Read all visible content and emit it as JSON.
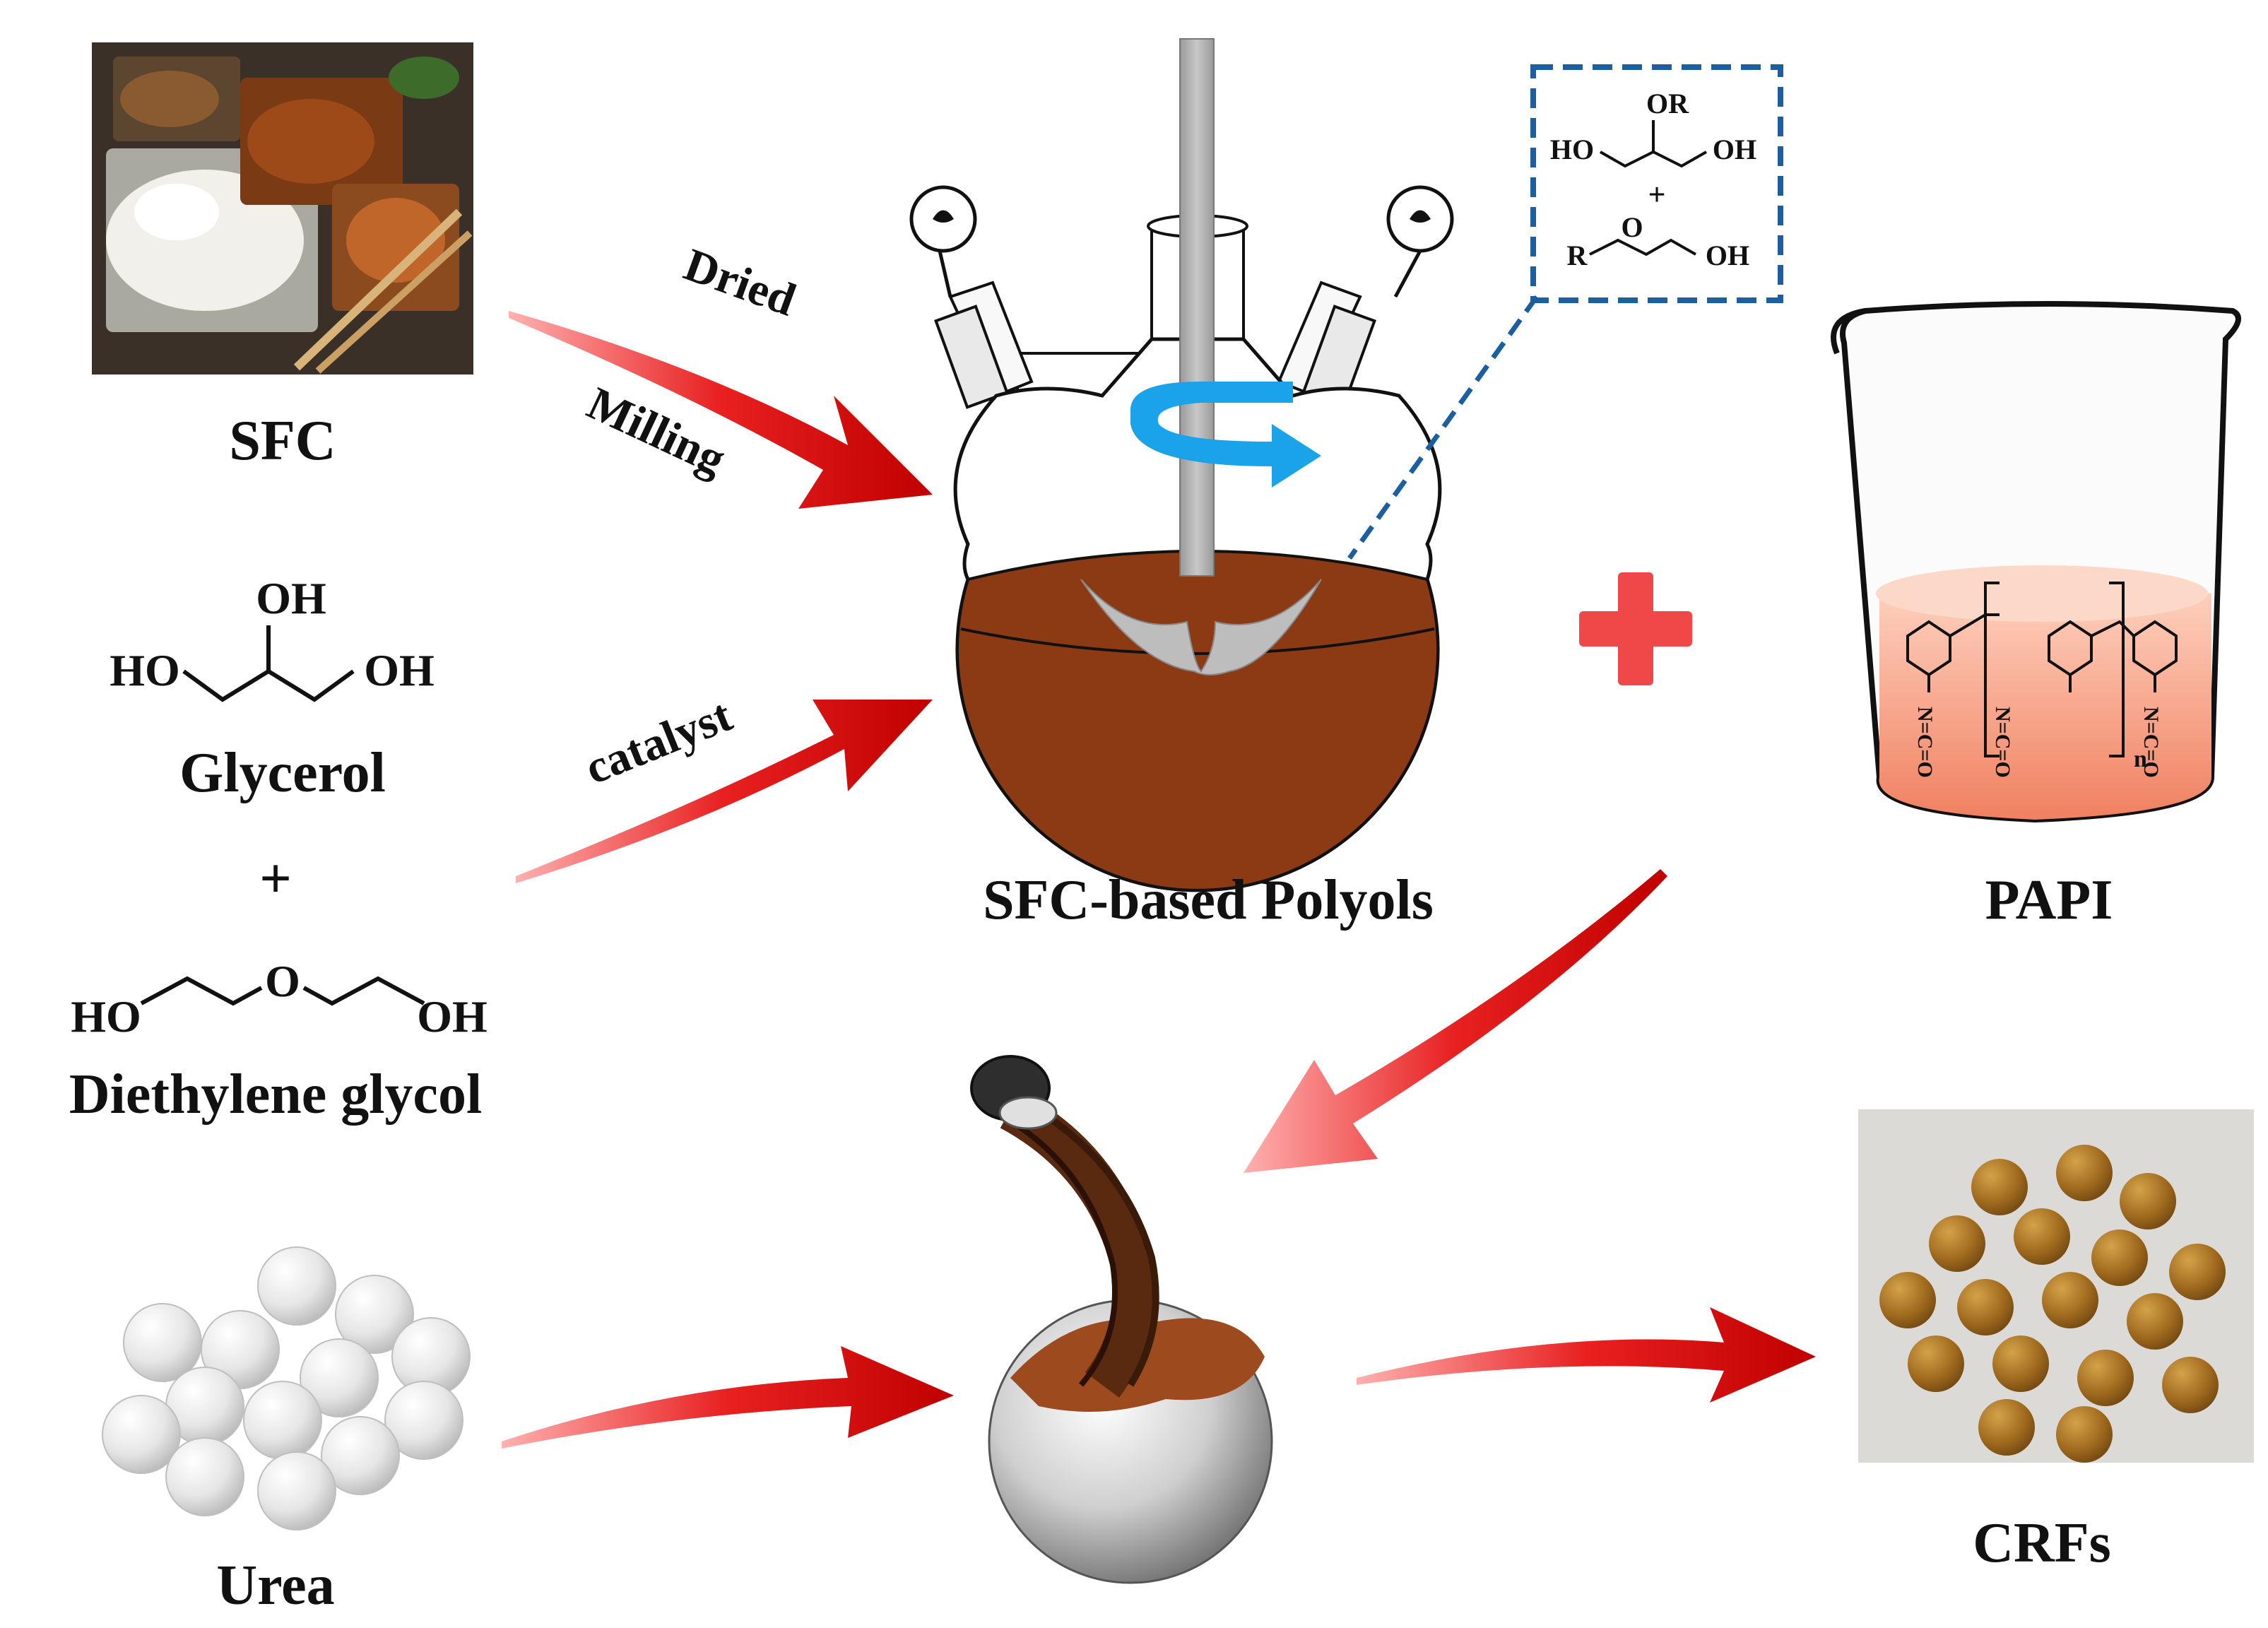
{
  "labels": {
    "sfc": "SFC",
    "glycerol": "Glycerol",
    "plus": "+",
    "diethylene_glycol": "Diethylene glycol",
    "polyols": "SFC-based Polyols",
    "papi": "PAPI",
    "urea": "Urea",
    "crfs": "CRFs"
  },
  "arrow_labels": {
    "dried": "Dried",
    "milling": "Milling",
    "catalyst": "catalyst"
  },
  "glycerol_structure": {
    "oh_top": "OH",
    "ho_left": "HO",
    "oh_right": "OH"
  },
  "deg_structure": {
    "ho": "HO",
    "o": "O",
    "oh": "OH"
  },
  "inset_structure": {
    "or": "OR",
    "ho": "HO",
    "oh1": "OH",
    "plus": "+",
    "r": "R",
    "o": "O",
    "oh2": "OH"
  },
  "papi_structure": {
    "nco": "N=C=O",
    "n": "n"
  },
  "colors": {
    "arrow_red": "#d81010",
    "liquid_brown": "#8b3a14",
    "cross_red": "#f04848",
    "inset_blue": "#1b5f9e",
    "rotation_blue": "#1aa3e8",
    "papi_liquid": "#f6a080"
  },
  "icons": [
    "sfc-food-photo",
    "three-neck-flask",
    "beaker",
    "urea-spheres",
    "coating-sphere",
    "crf-granules-photo"
  ]
}
